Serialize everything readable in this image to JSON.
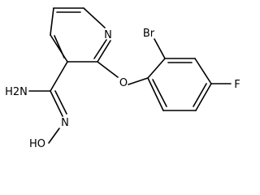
{
  "molecule": {
    "atoms": {
      "ring_nitrogen": "N",
      "bromine": "Br",
      "fluorine": "F",
      "ether_oxygen": "O",
      "amine": "H2N",
      "oxime_nitrogen": "N",
      "hydroxyl": "HO"
    },
    "colors": {
      "bond": "#000000",
      "label": "#000000",
      "background": "#ffffff"
    }
  }
}
